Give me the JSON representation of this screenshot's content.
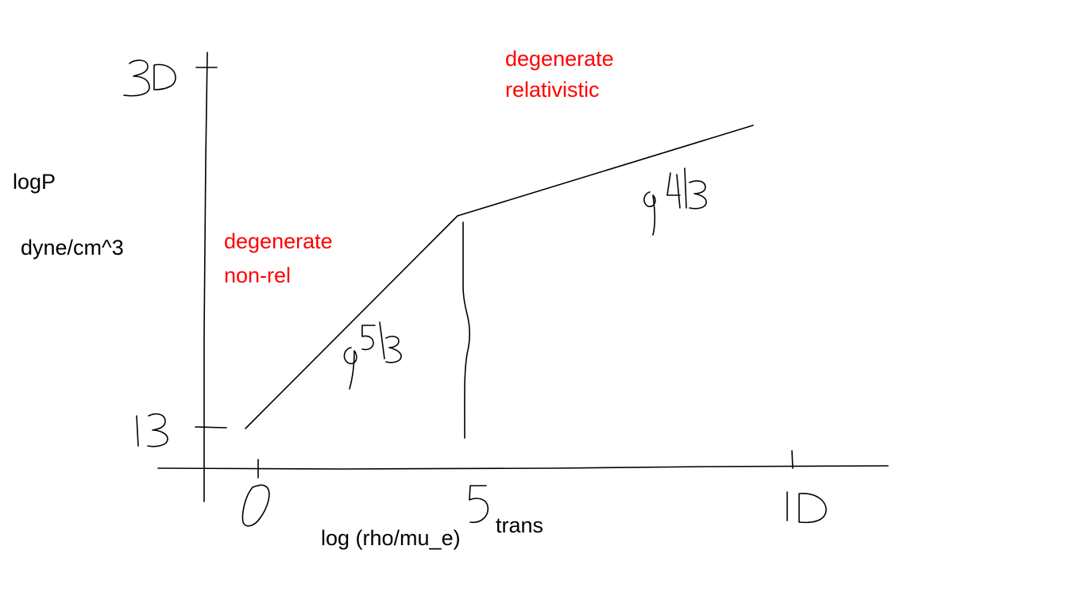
{
  "labels": {
    "y_quantity": "logP",
    "y_units": "dyne/cm^3",
    "x_quantity": "log (rho/mu_e)",
    "x_transition": "trans",
    "region_nonrel_line1": "degenerate",
    "region_nonrel_line2": "non-rel",
    "region_rel_line1": "degenerate",
    "region_rel_line2": "relativistic"
  },
  "handwritten": {
    "y_tick_top": "30",
    "y_tick_bottom": "13",
    "x_tick_left": "0",
    "x_tick_mid": "5",
    "x_tick_right": "10",
    "slope_nonrel": "ρ^5/3",
    "slope_rel": "ρ^4/3"
  },
  "colors": {
    "ink": "#000000",
    "region_text": "#ff0000",
    "background": "#ffffff"
  }
}
